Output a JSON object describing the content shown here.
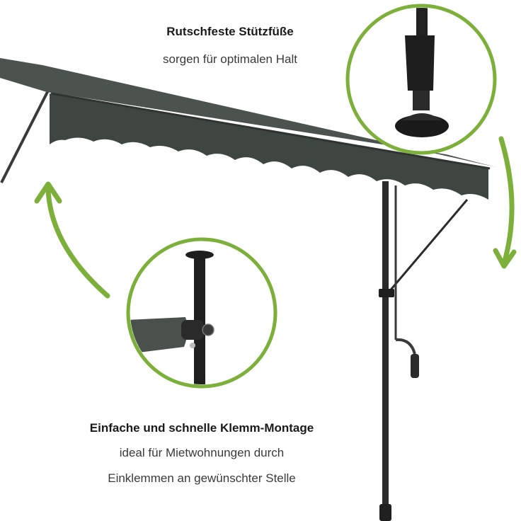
{
  "features": [
    {
      "title": "Rutschfeste Stützfüße",
      "description_lines": [
        "sorgen für optimalen Halt"
      ]
    },
    {
      "title": "Einfache und schnelle Klemm-Montage",
      "description_lines": [
        "ideal für Mietwohnungen durch",
        "Einklemmen an gewünschter Stelle"
      ]
    }
  ],
  "colors": {
    "accent_green": "#7db03a",
    "awning_fabric": "#454b47",
    "pole": "#2b2b2b"
  }
}
